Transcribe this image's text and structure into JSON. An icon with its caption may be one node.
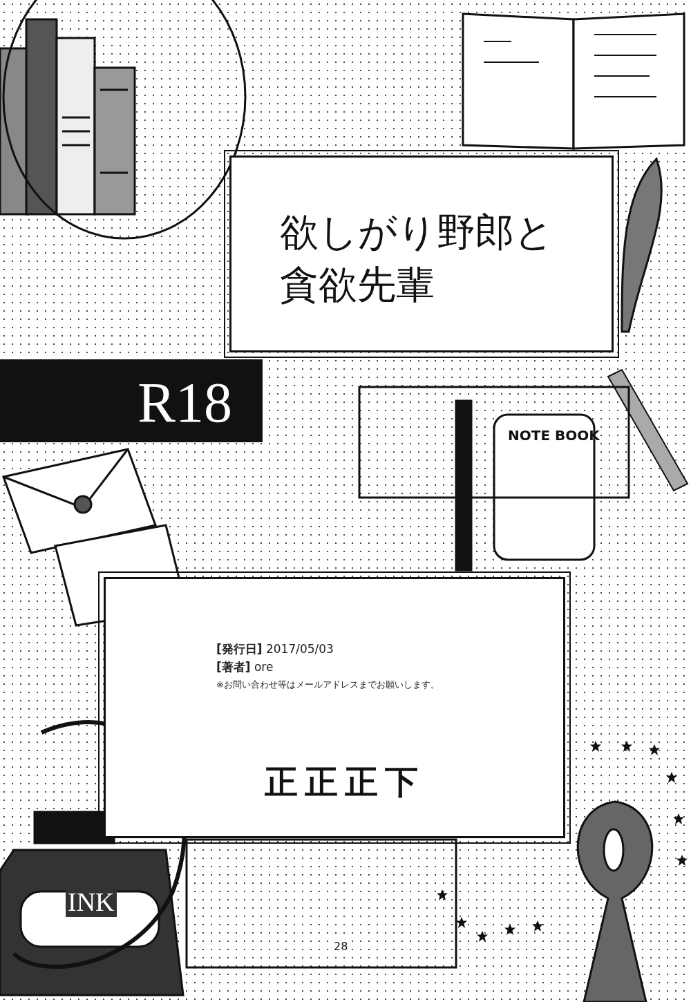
{
  "diagram": {
    "nodes": [
      {
        "text": [
          "欲しがり野郎と貪欲先輩"
        ]
      },
      {
        "text": [
          "R18"
        ]
      },
      {
        "text": [
          "**[発行日]** 2017/05/03",
          "**[著者]** ore",
          "※お問い合わせ等はメールアドレスまでお願いします。",
          "正正正下"
        ]
      }
    ],
    "labels": [
      "NOTE BOOK",
      "INK",
      "28"
    ]
  }
}
